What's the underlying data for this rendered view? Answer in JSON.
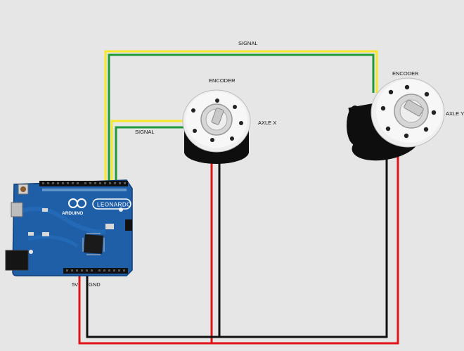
{
  "labels": {
    "signal_top": "SIGNAL",
    "signal_x": "SIGNAL",
    "encoder_x": "ENCODER",
    "encoder_y": "ENCODER",
    "axle_x": "AXLE X",
    "axle_y": "AXLE Y",
    "pin_5v": "5V",
    "pin_gnd": "GND"
  },
  "board": {
    "brand": "ARDUINO",
    "model": "LEONARDO"
  },
  "colors": {
    "background": "#e6e6e6",
    "signal_yellow": "#f5e72a",
    "signal_green": "#1e9a3a",
    "power_red": "#e01414",
    "ground_black": "#111111",
    "board_blue": "#1f5fa8",
    "encoder_body": "#f2f2f2",
    "encoder_base": "#0e0e0e"
  }
}
